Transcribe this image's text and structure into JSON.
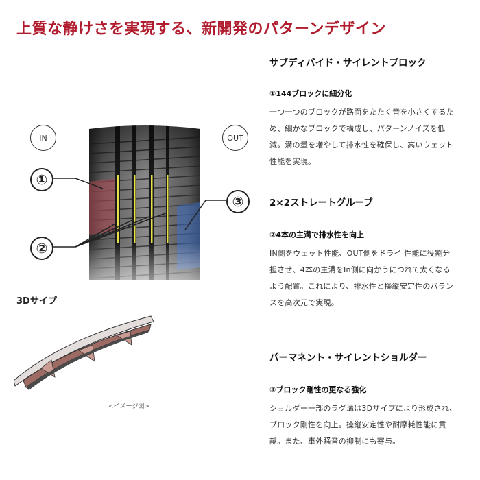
{
  "headline": "上質な静けさを実現する、新開発のパターンデザイン",
  "figure": {
    "in_label": "IN",
    "out_label": "OUT",
    "markers": [
      "①",
      "②",
      "③"
    ]
  },
  "sidewall": {
    "title": "3Dサイプ",
    "caption": "<イメージ図>"
  },
  "features": [
    {
      "title": "サブディバイド・サイレントブロック",
      "subtitle": "①144ブロックに細分化",
      "lines": [
        "一つ一つのブロックが路面をたたく音を小さくするた",
        "め、細かなブロックで構成し、パターンノイズを低",
        "減。溝の量を増やして排水性を確保し、高いウェット",
        "性能を実現。"
      ]
    },
    {
      "title": "2×2ストレートグルーブ",
      "subtitle": "②4本の主溝で排水性を向上",
      "lines": [
        "IN側をウェット性能、OUT側をドライ 性能に役割分",
        "担させ、4本の主溝をIn側に向かうにつれて太くなる",
        "よう配置。これにより、排水性と操縦安定性のバラン",
        "スを高次元で実現。"
      ]
    },
    {
      "title": "パーマネント・サイレントショルダー",
      "subtitle": "③ブロック剛性の更なる強化",
      "lines": [
        "ショルダー一部のラグ溝は3Dサイプにより形成され、",
        "ブロック剛性を向上。操縦安定性や耐摩耗性能に貢",
        "献。また、車外騒音の抑制にも寄与。"
      ]
    }
  ],
  "colors": {
    "headline": "#b01b2e",
    "groove_highlight": "#e8e04a",
    "block_highlight": "#b34b55",
    "shoulder_highlight": "#3f6fc4"
  }
}
